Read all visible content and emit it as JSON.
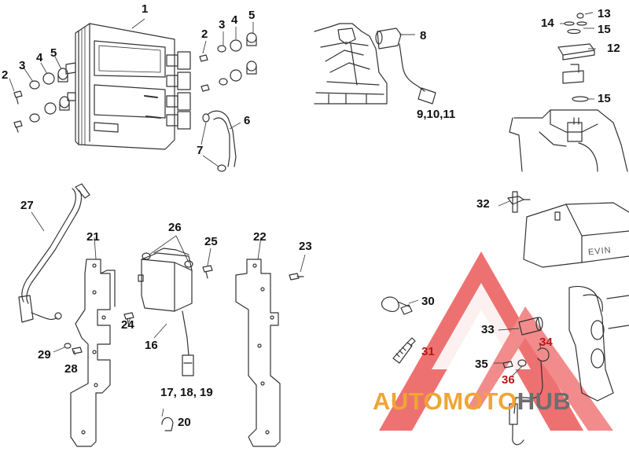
{
  "callouts": [
    {
      "id": "c1",
      "text": "1"
    },
    {
      "id": "c2a",
      "text": "2"
    },
    {
      "id": "c3a",
      "text": "3"
    },
    {
      "id": "c4a",
      "text": "4"
    },
    {
      "id": "c5a",
      "text": "5"
    },
    {
      "id": "c2b",
      "text": "2"
    },
    {
      "id": "c3b",
      "text": "3"
    },
    {
      "id": "c4b",
      "text": "4"
    },
    {
      "id": "c5b",
      "text": "5"
    },
    {
      "id": "c6",
      "text": "6"
    },
    {
      "id": "c7",
      "text": "7"
    },
    {
      "id": "c8",
      "text": "8"
    },
    {
      "id": "c91011",
      "text": "9,10,11"
    },
    {
      "id": "c12",
      "text": "12"
    },
    {
      "id": "c13",
      "text": "13"
    },
    {
      "id": "c14",
      "text": "14"
    },
    {
      "id": "c15a",
      "text": "15"
    },
    {
      "id": "c15b",
      "text": "15"
    },
    {
      "id": "c16",
      "text": "16"
    },
    {
      "id": "c171819",
      "text": "17, 18, 19"
    },
    {
      "id": "c20",
      "text": "20"
    },
    {
      "id": "c21",
      "text": "21"
    },
    {
      "id": "c22",
      "text": "22"
    },
    {
      "id": "c23",
      "text": "23"
    },
    {
      "id": "c24",
      "text": "24"
    },
    {
      "id": "c25",
      "text": "25"
    },
    {
      "id": "c26",
      "text": "26"
    },
    {
      "id": "c27",
      "text": "27"
    },
    {
      "id": "c28",
      "text": "28"
    },
    {
      "id": "c29",
      "text": "29"
    },
    {
      "id": "c30",
      "text": "30"
    },
    {
      "id": "c31",
      "text": "31"
    },
    {
      "id": "c32",
      "text": "32"
    },
    {
      "id": "c33",
      "text": "33"
    },
    {
      "id": "c34",
      "text": "34"
    },
    {
      "id": "c35",
      "text": "35"
    },
    {
      "id": "c36",
      "text": "36"
    }
  ],
  "engine_badge": "EVIN",
  "watermark": {
    "part_a": "AUTOMOTO",
    "part_b": "HUB"
  },
  "colors": {
    "line": "#333333",
    "watermark_red": "#e83a3a",
    "watermark_orange": "#f0a534",
    "watermark_gray": "#6e6e6e"
  }
}
